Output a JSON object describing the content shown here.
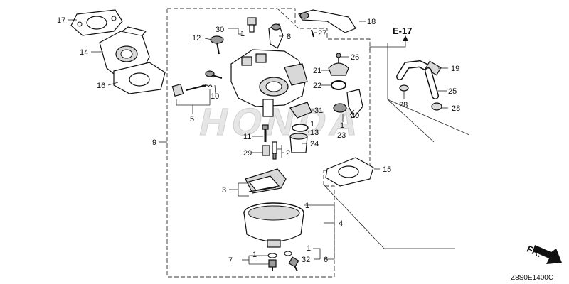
{
  "diagram": {
    "code": "Z8S0E1400C",
    "reference": "E-17",
    "direction": "FR.",
    "labels": [
      "1",
      "2",
      "3",
      "4",
      "5",
      "6",
      "7",
      "8",
      "9",
      "10",
      "11",
      "12",
      "13",
      "14",
      "15",
      "16",
      "17",
      "18",
      "19",
      "20",
      "21",
      "22",
      "23",
      "24",
      "25",
      "26",
      "27",
      "28",
      "29",
      "30",
      "31",
      "32"
    ]
  }
}
